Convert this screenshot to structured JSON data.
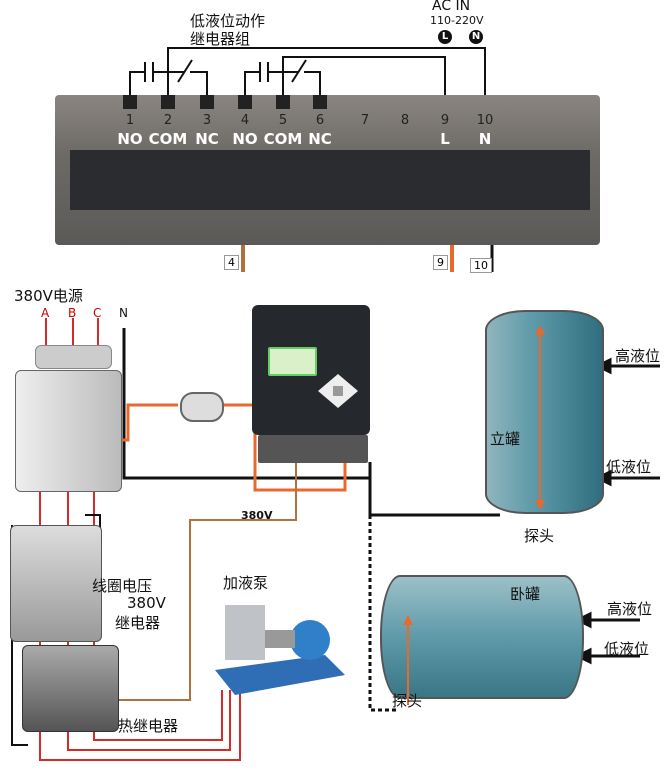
{
  "top": {
    "relay_title_line1": "低液位动作",
    "relay_title_line2": "继电器组",
    "ac_in": "AC IN",
    "voltage": "110-220V",
    "L_badge": "L",
    "N_badge": "N",
    "terminals": [
      {
        "num": "1",
        "label": "NO"
      },
      {
        "num": "2",
        "label": "COM"
      },
      {
        "num": "3",
        "label": "NC"
      },
      {
        "num": "4",
        "label": "NO"
      },
      {
        "num": "5",
        "label": "COM"
      },
      {
        "num": "6",
        "label": "NC"
      },
      {
        "num": "7",
        "label": ""
      },
      {
        "num": "8",
        "label": ""
      },
      {
        "num": "9",
        "label": "L"
      },
      {
        "num": "10",
        "label": "N"
      }
    ],
    "wire_tags": [
      "4",
      "9",
      "10"
    ]
  },
  "power": {
    "title": "380V电源",
    "phases": [
      "A",
      "B",
      "C",
      "N"
    ]
  },
  "controller": {
    "terminal_tags": [
      "4",
      "9",
      "10"
    ],
    "wire_voltage": "380V"
  },
  "contactor": {
    "label_line1": "线圈电压",
    "label_line2": "380V",
    "label_line3": "继电器"
  },
  "thermal_relay": {
    "label": "热继电器"
  },
  "pump": {
    "label": "加液泵"
  },
  "vertical_tank": {
    "label": "立罐",
    "high": "高液位",
    "low": "低液位",
    "probe": "探头"
  },
  "horizontal_tank": {
    "label": "卧罐",
    "high": "高液位",
    "low": "低液位",
    "probe": "探头"
  },
  "colors": {
    "wire_red": "#d42a2a",
    "wire_orange": "#e8692c",
    "wire_brown": "#b0703f",
    "wire_black": "#111111",
    "tank": "#5e9aa8"
  }
}
